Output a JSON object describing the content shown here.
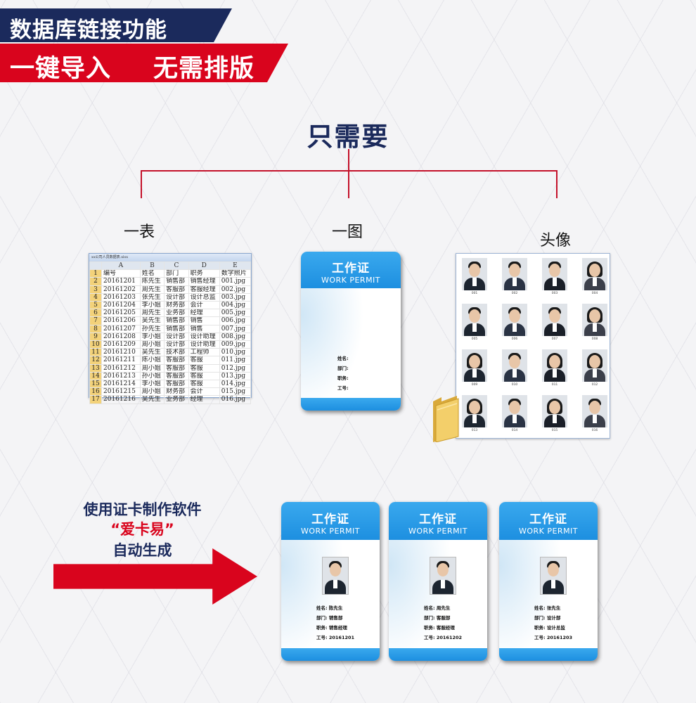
{
  "banner": {
    "line1": "数据库链接功能",
    "line2a": "一键导入",
    "line2b": "无需排版"
  },
  "title": "只需要",
  "labels": {
    "sheet": "一表",
    "card": "一图",
    "photos": "头像"
  },
  "colors": {
    "navy": "#1b2a5c",
    "red": "#d9041d",
    "card_blue": "#1d8fe0"
  },
  "spreadsheet": {
    "filename": "xx公司人员数据表.xlsx",
    "col_letters": [
      "A",
      "B",
      "C",
      "D",
      "E"
    ],
    "rows": [
      [
        "编号",
        "姓名",
        "部门",
        "职务",
        "数字照片"
      ],
      [
        "20161201",
        "陈先生",
        "销售部",
        "销售经理",
        "001.jpg"
      ],
      [
        "20161202",
        "周先生",
        "客服部",
        "客服经理",
        "002.jpg"
      ],
      [
        "20161203",
        "张先生",
        "设计部",
        "设计总监",
        "003.jpg"
      ],
      [
        "20161204",
        "李小姐",
        "财务部",
        "会计",
        "004.jpg"
      ],
      [
        "20161205",
        "周先生",
        "业务部",
        "经理",
        "005.jpg"
      ],
      [
        "20161206",
        "吴先生",
        "销售部",
        "销售",
        "006.jpg"
      ],
      [
        "20161207",
        "孙先生",
        "销售部",
        "销售",
        "007.jpg"
      ],
      [
        "20161208",
        "李小姐",
        "设计部",
        "设计助理",
        "008.jpg"
      ],
      [
        "20161209",
        "周小姐",
        "设计部",
        "设计助理",
        "009.jpg"
      ],
      [
        "20161210",
        "吴先生",
        "技术部",
        "工程师",
        "010.jpg"
      ],
      [
        "20161211",
        "陈小姐",
        "客服部",
        "客服",
        "011.jpg"
      ],
      [
        "20161212",
        "周小姐",
        "客服部",
        "客服",
        "012.jpg"
      ],
      [
        "20161213",
        "孙小姐",
        "客服部",
        "客服",
        "013.jpg"
      ],
      [
        "20161214",
        "李小姐",
        "客服部",
        "客服",
        "014.jpg"
      ],
      [
        "20161215",
        "周小姐",
        "财务部",
        "会计",
        "015.jpg"
      ],
      [
        "20161216",
        "吴先生",
        "业务部",
        "经理",
        "016.jpg"
      ]
    ]
  },
  "template_card": {
    "title": "工作证",
    "subtitle": "WORK PERMIT",
    "fields": [
      "姓名:",
      "部门:",
      "职务:",
      "工号:"
    ]
  },
  "photos": [
    "001",
    "002",
    "003",
    "004",
    "005",
    "006",
    "007",
    "008",
    "009",
    "010",
    "011",
    "012",
    "013",
    "014",
    "015",
    "016"
  ],
  "software": {
    "line1": "使用证卡制作软件",
    "name": "“爱卡易”",
    "line3": "自动生成"
  },
  "cards": [
    {
      "title": "工作证",
      "subtitle": "WORK PERMIT",
      "name": "姓名: 陈先生",
      "dept": "部门: 销售部",
      "role": "职务: 销售经理",
      "id": "工号: 20161201"
    },
    {
      "title": "工作证",
      "subtitle": "WORK PERMIT",
      "name": "姓名: 周先生",
      "dept": "部门: 客服部",
      "role": "职务: 客服经理",
      "id": "工号: 20161202"
    },
    {
      "title": "工作证",
      "subtitle": "WORK PERMIT",
      "name": "姓名: 张先生",
      "dept": "部门: 设计部",
      "role": "职务: 设计总监",
      "id": "工号: 20161203"
    }
  ]
}
